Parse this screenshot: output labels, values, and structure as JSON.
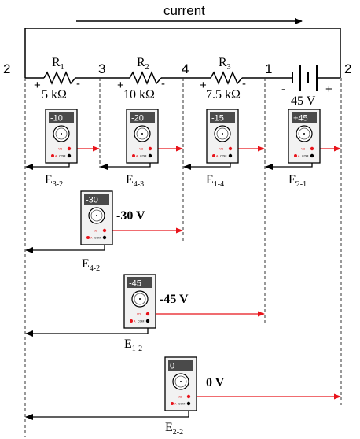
{
  "title": "current",
  "nodes": {
    "n2_left": "2",
    "n3": "3",
    "n4": "4",
    "n1": "1",
    "n2_right": "2"
  },
  "resistors": [
    {
      "name": "R",
      "sub": "1",
      "value": "5 kΩ",
      "pos": "+",
      "neg": "-"
    },
    {
      "name": "R",
      "sub": "2",
      "value": "10 kΩ",
      "pos": "+",
      "neg": "-"
    },
    {
      "name": "R",
      "sub": "3",
      "value": "7.5 kΩ",
      "pos": "+",
      "neg": "-"
    }
  ],
  "battery": {
    "value": "45 V",
    "neg": "-",
    "pos": "+"
  },
  "meters": [
    {
      "reading": "-10",
      "label": "E",
      "sub": "3-2"
    },
    {
      "reading": "-20",
      "label": "E",
      "sub": "4-3"
    },
    {
      "reading": "-15",
      "label": "E",
      "sub": "1-4"
    },
    {
      "reading": "+45",
      "label": "E",
      "sub": "2-1"
    },
    {
      "reading": "-30",
      "label": "E",
      "sub": "4-2",
      "note": "-30 V"
    },
    {
      "reading": "-45",
      "label": "E",
      "sub": "1-2",
      "note": "-45 V"
    },
    {
      "reading": "0",
      "label": "E",
      "sub": "2-2",
      "note": "0 V"
    }
  ],
  "jack_labels": {
    "v": "VΩ",
    "a": "A",
    "com": "COM"
  },
  "colors": {
    "wire": "#000000",
    "red_lead": "#e8141b",
    "display": "#4a4a4a",
    "meter_body": "#f2f2f2"
  }
}
